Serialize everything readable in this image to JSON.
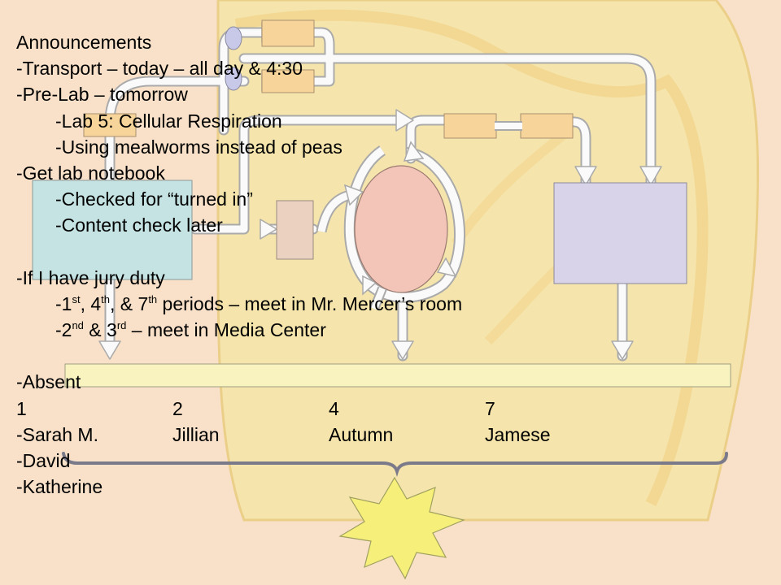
{
  "slide": {
    "title": "Announcements",
    "transport": "-Transport – today – all day & 4:30",
    "prelab": "-Pre-Lab – tomorrow",
    "lab5": "-Lab 5: Cellular Respiration",
    "mealworms": "-Using mealworms instead of peas",
    "notebook": "-Get lab notebook",
    "checked": "-Checked for “turned in”",
    "content_check": "-Content check later",
    "jury": "-If I have jury duty",
    "periods_a": {
      "prefix": "-1",
      "sup1": "st",
      "sep1": ", 4",
      "sup2": "th",
      "sep2": ", & 7",
      "sup3": "th",
      "rest": " periods – meet in Mr. Mercer’s room"
    },
    "periods_b": {
      "prefix": "-2",
      "sup1": "nd",
      "sep1": " & 3",
      "sup2": "rd",
      "rest": " – meet in Media Center"
    },
    "absent_label": "-Absent",
    "absent_headers": [
      "1",
      "2",
      "4",
      "7"
    ],
    "absent_row1": [
      "-Sarah M.",
      "Jillian",
      "Autumn",
      "Jamese"
    ],
    "absent_more": [
      "-David",
      "-Katherine"
    ]
  },
  "colors": {
    "background": "#f8e1c8",
    "cell_fill": "#f5e6a8",
    "membrane": "#f2d38a",
    "arrow_fill": "#fafafa",
    "arrow_stroke": "#aaaaaa",
    "orange_box": "#f7d49a",
    "cyan_box": "#c5e3e3",
    "peach_box": "#ead1c0",
    "circle": "#f3c4b8",
    "lavender_box": "#d9d3ea",
    "bar": "#f9f3bf",
    "oval": "#c8c8e8",
    "burst": "#f6f07a",
    "brace": "#7a7a8a"
  }
}
